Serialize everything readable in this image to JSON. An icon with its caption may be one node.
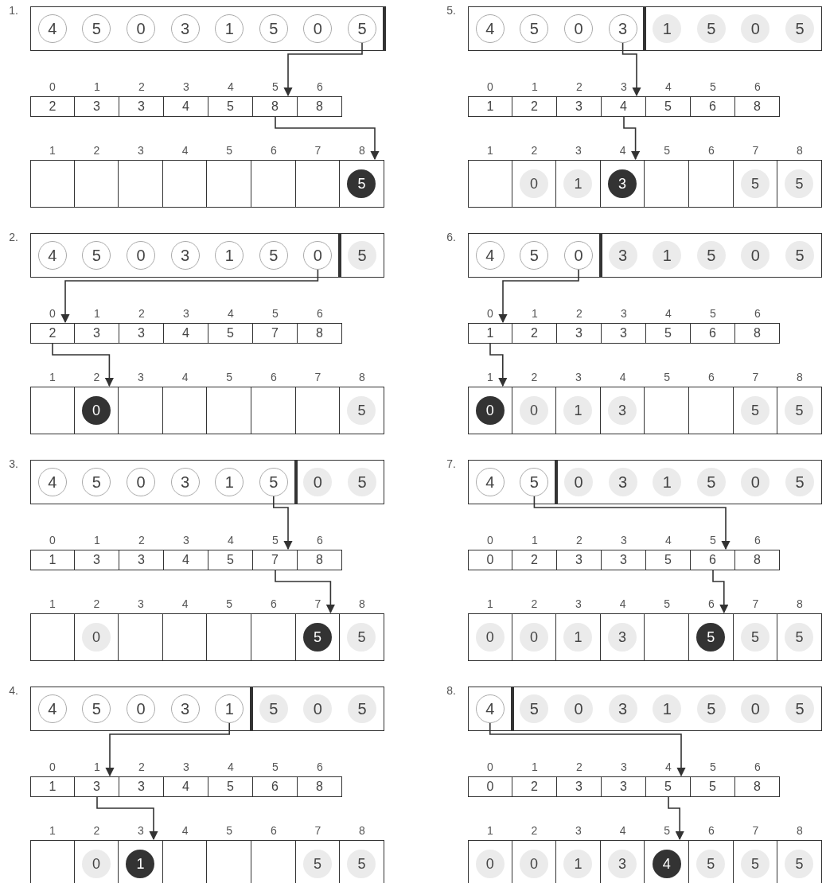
{
  "diagram": {
    "nodes": [
      {
        "text": [
          "4"
        ]
      },
      {
        "text": [
          "5"
        ]
      },
      {
        "text": [
          "0"
        ]
      },
      {
        "text": [
          "3"
        ]
      },
      {
        "text": [
          "1"
        ]
      },
      {
        "text": [
          "5"
        ]
      },
      {
        "text": [
          "0"
        ]
      },
      {
        "text": [
          "5"
        ]
      },
      {
        "text": [
          "2"
        ]
      },
      {
        "text": [
          "3"
        ]
      },
      {
        "text": [
          "3"
        ]
      },
      {
        "text": [
          "4"
        ]
      },
      {
        "text": [
          "5"
        ]
      },
      {
        "text": [
          "8"
        ]
      },
      {
        "text": [
          "8"
        ]
      },
      {
        "text": [],
        "shape": "box"
      },
      {
        "text": [],
        "shape": "box"
      },
      {
        "text": [],
        "shape": "box"
      },
      {
        "text": [],
        "shape": "box"
      },
      {
        "text": [],
        "shape": "box"
      },
      {
        "text": [],
        "shape": "box"
      },
      {
        "text": [],
        "shape": "box"
      },
      {
        "text": [
          "5"
        ]
      },
      {
        "text": [
          "4"
        ]
      },
      {
        "text": [
          "5"
        ]
      },
      {
        "text": [
          "0"
        ]
      },
      {
        "text": [
          "3"
        ]
      },
      {
        "text": [
          "1"
        ]
      },
      {
        "text": [
          "5"
        ]
      },
      {
        "text": [
          "0"
        ]
      },
      {
        "text": [
          "5"
        ]
      },
      {
        "text": [
          "2"
        ]
      },
      {
        "text": [
          "3"
        ]
      },
      {
        "text": [
          "3"
        ]
      },
      {
        "text": [
          "4"
        ]
      },
      {
        "text": [
          "5"
        ]
      },
      {
        "text": [
          "7"
        ]
      },
      {
        "text": [
          "8"
        ]
      },
      {
        "text": [],
        "shape": "box"
      },
      {
        "text": [
          "0"
        ]
      },
      {
        "text": [],
        "shape": "box"
      },
      {
        "text": [],
        "shape": "box"
      },
      {
        "text": [],
        "shape": "box"
      },
      {
        "text": [],
        "shape": "box"
      },
      {
        "text": [],
        "shape": "box"
      },
      {
        "text": [
          "5"
        ]
      },
      {
        "text": [
          "4"
        ]
      },
      {
        "text": [
          "5"
        ]
      },
      {
        "text": [
          "0"
        ]
      },
      {
        "text": [
          "3"
        ]
      },
      {
        "text": [
          "1"
        ]
      },
      {
        "text": [
          "5"
        ]
      },
      {
        "text": [
          "0"
        ]
      },
      {
        "text": [
          "5"
        ]
      },
      {
        "text": [
          "1"
        ]
      },
      {
        "text": [
          "3"
        ]
      },
      {
        "text": [
          "3"
        ]
      },
      {
        "text": [
          "4"
        ]
      },
      {
        "text": [
          "5"
        ]
      },
      {
        "text": [
          "7"
        ]
      },
      {
        "text": [
          "8"
        ]
      },
      {
        "text": [],
        "shape": "box"
      },
      {
        "text": [
          "0"
        ]
      },
      {
        "text": [],
        "shape": "box"
      },
      {
        "text": [],
        "shape": "box"
      },
      {
        "text": [],
        "shape": "box"
      },
      {
        "text": [],
        "shape": "box"
      },
      {
        "text": [
          "5"
        ]
      },
      {
        "text": [
          "5"
        ]
      },
      {
        "text": [
          "4"
        ]
      },
      {
        "text": [
          "5"
        ]
      },
      {
        "text": [
          "0"
        ]
      },
      {
        "text": [
          "3"
        ]
      },
      {
        "text": [
          "1"
        ]
      },
      {
        "text": [
          "5"
        ]
      },
      {
        "text": [
          "0"
        ]
      },
      {
        "text": [
          "5"
        ]
      },
      {
        "text": [
          "1"
        ]
      },
      {
        "text": [
          "3"
        ]
      },
      {
        "text": [
          "3"
        ]
      },
      {
        "text": [
          "4"
        ]
      },
      {
        "text": [
          "5"
        ]
      },
      {
        "text": [
          "6"
        ]
      },
      {
        "text": [
          "8"
        ]
      },
      {
        "text": [],
        "shape": "box"
      },
      {
        "text": [
          "0"
        ]
      },
      {
        "text": [
          "1"
        ]
      },
      {
        "text": [],
        "shape": "box"
      },
      {
        "text": [],
        "shape": "box"
      },
      {
        "text": [],
        "shape": "box"
      },
      {
        "text": [
          "5"
        ]
      },
      {
        "text": [
          "5"
        ]
      },
      {
        "text": [
          "4"
        ]
      },
      {
        "text": [
          "5"
        ]
      },
      {
        "text": [
          "0"
        ]
      },
      {
        "text": [
          "3"
        ]
      },
      {
        "text": [
          "1"
        ]
      },
      {
        "text": [
          "5"
        ]
      },
      {
        "text": [
          "0"
        ]
      },
      {
        "text": [
          "5"
        ]
      },
      {
        "text": [
          "1"
        ]
      },
      {
        "text": [
          "2"
        ]
      },
      {
        "text": [
          "3"
        ]
      },
      {
        "text": [
          "4"
        ]
      },
      {
        "text": [
          "5"
        ]
      },
      {
        "text": [
          "6"
        ]
      },
      {
        "text": [
          "8"
        ]
      },
      {
        "text": [],
        "shape": "box"
      },
      {
        "text": [
          "0"
        ]
      },
      {
        "text": [
          "1"
        ]
      },
      {
        "text": [
          "3"
        ]
      },
      {
        "text": [],
        "shape": "box"
      },
      {
        "text": [],
        "shape": "box"
      },
      {
        "text": [
          "5"
        ]
      },
      {
        "text": [
          "5"
        ]
      },
      {
        "text": [
          "4"
        ]
      },
      {
        "text": [
          "5"
        ]
      },
      {
        "text": [
          "0"
        ]
      },
      {
        "text": [
          "3"
        ]
      },
      {
        "text": [
          "1"
        ]
      },
      {
        "text": [
          "5"
        ]
      },
      {
        "text": [
          "0"
        ]
      },
      {
        "text": [
          "5"
        ]
      },
      {
        "text": [
          "1"
        ]
      },
      {
        "text": [
          "2"
        ]
      },
      {
        "text": [
          "3"
        ]
      },
      {
        "text": [
          "3"
        ]
      },
      {
        "text": [
          "5"
        ]
      },
      {
        "text": [
          "6"
        ]
      },
      {
        "text": [
          "8"
        ]
      },
      {
        "text": [
          "0"
        ]
      },
      {
        "text": [
          "0"
        ]
      },
      {
        "text": [
          "1"
        ]
      },
      {
        "text": [
          "3"
        ]
      },
      {
        "text": [],
        "shape": "box"
      },
      {
        "text": [],
        "shape": "box"
      },
      {
        "text": [
          "5"
        ]
      },
      {
        "text": [
          "5"
        ]
      },
      {
        "text": [
          "4"
        ]
      },
      {
        "text": [
          "5"
        ]
      },
      {
        "text": [
          "0"
        ]
      },
      {
        "text": [
          "3"
        ]
      },
      {
        "text": [
          "1"
        ]
      },
      {
        "text": [
          "5"
        ]
      },
      {
        "text": [
          "0"
        ]
      },
      {
        "text": [
          "5"
        ]
      },
      {
        "text": [
          "0"
        ]
      },
      {
        "text": [
          "2"
        ]
      },
      {
        "text": [
          "3"
        ]
      },
      {
        "text": [
          "3"
        ]
      },
      {
        "text": [
          "5"
        ]
      },
      {
        "text": [
          "6"
        ]
      },
      {
        "text": [
          "8"
        ]
      },
      {
        "text": [
          "0"
        ]
      },
      {
        "text": [
          "0"
        ]
      },
      {
        "text": [
          "1"
        ]
      },
      {
        "text": [
          "3"
        ]
      },
      {
        "text": [],
        "shape": "box"
      },
      {
        "text": [
          "5"
        ]
      },
      {
        "text": [
          "5"
        ]
      },
      {
        "text": [
          "5"
        ]
      },
      {
        "text": [
          "4"
        ]
      },
      {
        "text": [
          "5"
        ]
      },
      {
        "text": [
          "0"
        ]
      },
      {
        "text": [
          "3"
        ]
      },
      {
        "text": [
          "1"
        ]
      },
      {
        "text": [
          "5"
        ]
      },
      {
        "text": [
          "0"
        ]
      },
      {
        "text": [
          "5"
        ]
      },
      {
        "text": [
          "0"
        ]
      },
      {
        "text": [
          "2"
        ]
      },
      {
        "text": [
          "3"
        ]
      },
      {
        "text": [
          "3"
        ]
      },
      {
        "text": [
          "5"
        ]
      },
      {
        "text": [
          "5"
        ]
      },
      {
        "text": [
          "8"
        ]
      },
      {
        "text": [
          "0"
        ]
      },
      {
        "text": [
          "0"
        ]
      },
      {
        "text": [
          "1"
        ]
      },
      {
        "text": [
          "3"
        ]
      },
      {
        "text": [
          "4"
        ]
      },
      {
        "text": [
          "5"
        ]
      },
      {
        "text": [
          "5"
        ]
      },
      {
        "text": [
          "5"
        ]
      }
    ],
    "edges": [
      {
        "from": 7,
        "to": 13,
        "arrow": "to"
      },
      {
        "from": 13,
        "to": 22,
        "arrow": "to"
      },
      {
        "from": 29,
        "to": 31,
        "arrow": "to"
      },
      {
        "from": 31,
        "to": 39,
        "arrow": "to"
      },
      {
        "from": 51,
        "to": 59,
        "arrow": "to"
      },
      {
        "from": 59,
        "to": 67,
        "arrow": "to"
      },
      {
        "from": 73,
        "to": 78,
        "arrow": "to"
      },
      {
        "from": 78,
        "to": 86,
        "arrow": "to"
      },
      {
        "from": 95,
        "to": 103,
        "arrow": "to"
      },
      {
        "from": 103,
        "to": 110,
        "arrow": "to"
      },
      {
        "from": 117,
        "to": 123,
        "arrow": "to"
      },
      {
        "from": 123,
        "to": 130,
        "arrow": "to"
      },
      {
        "from": 139,
        "to": 151,
        "arrow": "to"
      },
      {
        "from": 151,
        "to": 158,
        "arrow": "to"
      },
      {
        "from": 161,
        "to": 173,
        "arrow": "to"
      },
      {
        "from": 173,
        "to": 180,
        "arrow": "to"
      }
    ],
    "labels": [
      "1.",
      "0",
      "1",
      "2",
      "3",
      "4",
      "5",
      "6",
      "1",
      "2",
      "3",
      "4",
      "5",
      "6",
      "7",
      "8",
      "2.",
      "0",
      "1",
      "2",
      "3",
      "4",
      "5",
      "6",
      "1",
      "2",
      "3",
      "4",
      "5",
      "6",
      "7",
      "8",
      "3.",
      "0",
      "1",
      "2",
      "3",
      "4",
      "5",
      "6",
      "1",
      "2",
      "3",
      "4",
      "5",
      "6",
      "7",
      "8",
      "4.",
      "0",
      "1",
      "2",
      "3",
      "4",
      "5",
      "6",
      "1",
      "2",
      "3",
      "4",
      "5",
      "6",
      "7",
      "8",
      "5.",
      "0",
      "1",
      "2",
      "3",
      "4",
      "5",
      "6",
      "1",
      "2",
      "3",
      "4",
      "5",
      "6",
      "7",
      "8",
      "6.",
      "0",
      "1",
      "2",
      "3",
      "4",
      "5",
      "6",
      "1",
      "2",
      "3",
      "4",
      "5",
      "6",
      "7",
      "8",
      "7.",
      "0",
      "1",
      "2",
      "3",
      "4",
      "5",
      "6",
      "1",
      "2",
      "3",
      "4",
      "5",
      "6",
      "7",
      "8",
      "8.",
      "0",
      "1",
      "2",
      "3",
      "4",
      "5",
      "6",
      "1",
      "2",
      "3",
      "4",
      "5",
      "6",
      "7",
      "8"
    ]
  }
}
